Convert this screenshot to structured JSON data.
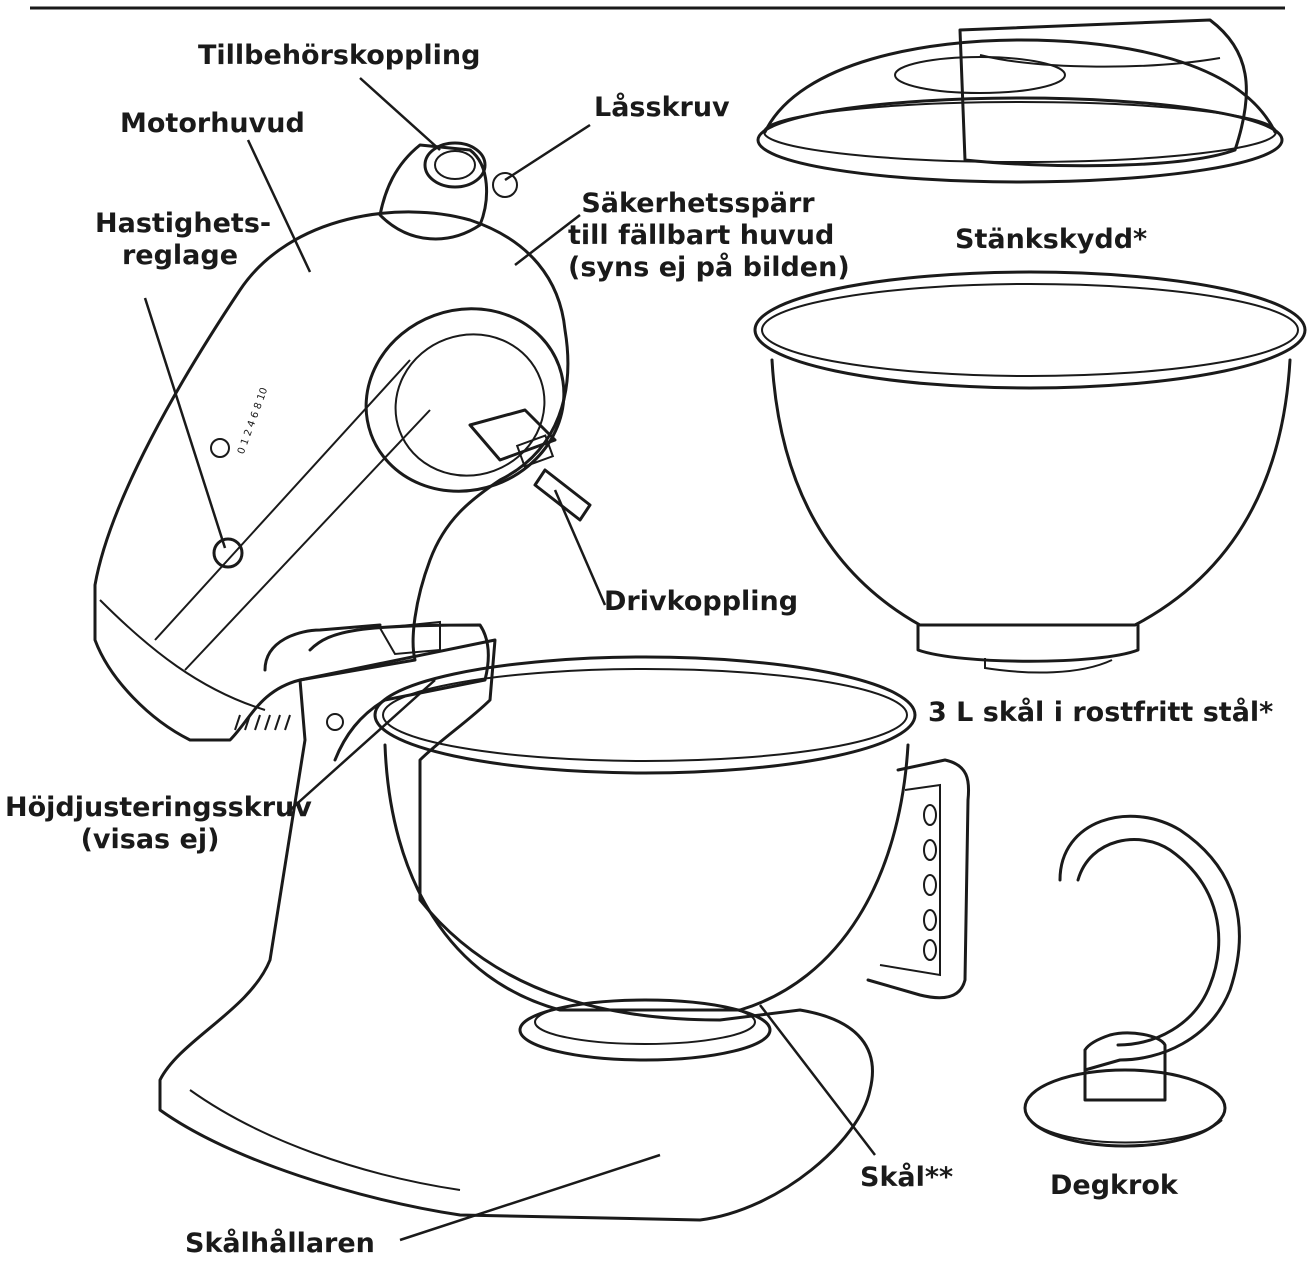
{
  "labels": {
    "accessory_hub": "Tillbehörskoppling",
    "locking_screw": "Låsskruv",
    "motor_head": "Motorhuvud",
    "speed_control_line1": "Hastighets-",
    "speed_control_line2": "reglage",
    "head_lock_line1": "Säkerhetsspärr",
    "head_lock_line2": "till fällbart huvud",
    "head_lock_line3": "(syns ej på bilden)",
    "splash_guard": "Stänkskydd*",
    "steel_bowl": "3 L skål i rostfritt stål*",
    "drive_hub": "Drivkoppling",
    "height_screw_line1": "Höjdjusteringsskruv",
    "height_screw_line2": "(visas ej)",
    "bowl": "Skål**",
    "dough_hook": "Degkrok",
    "bowl_holder": "Skålhållaren"
  },
  "speed_marks": "0 1 2 4 6 8 10",
  "colors": {
    "ink": "#1a1a1a",
    "background": "#ffffff"
  }
}
